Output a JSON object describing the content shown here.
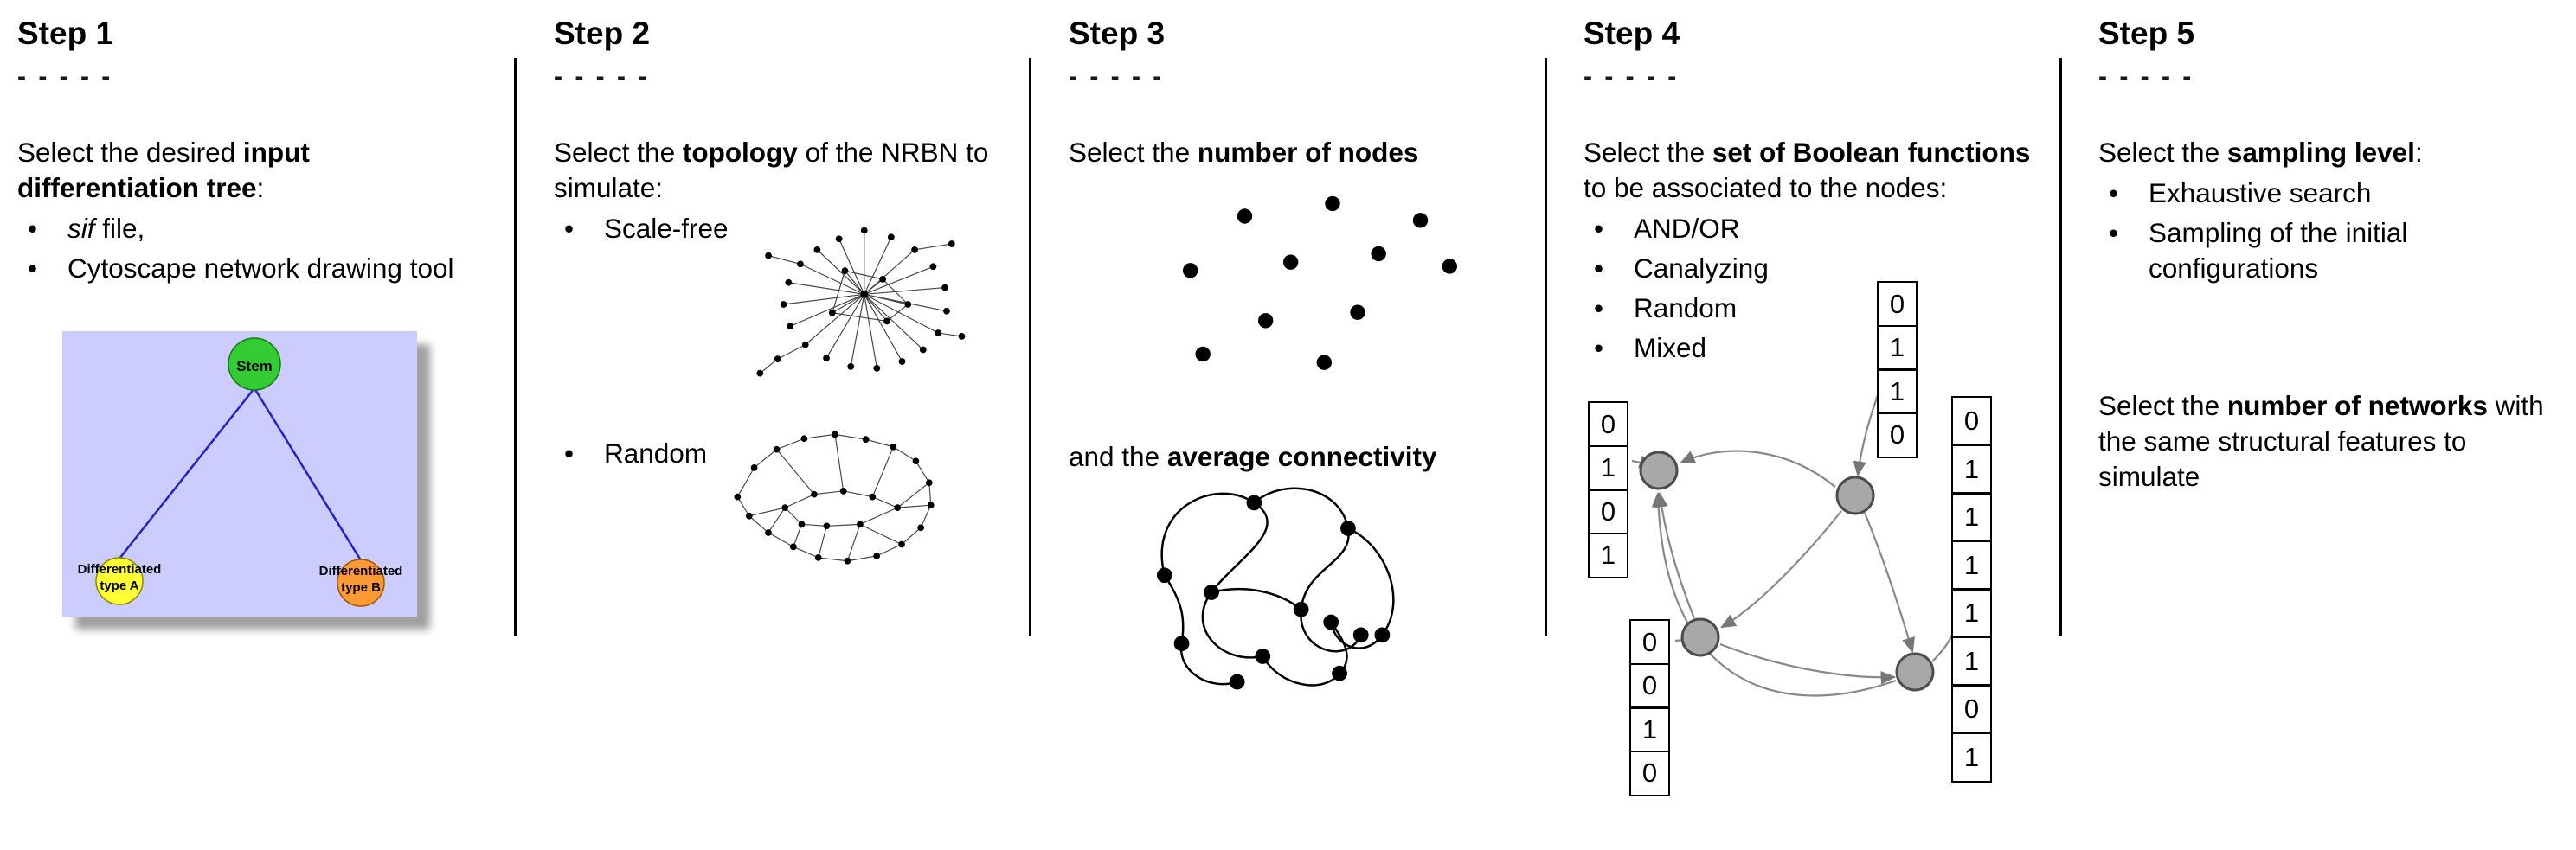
{
  "steps": {
    "step1": {
      "title": "Step 1",
      "dashes": "- - - - -",
      "intro": {
        "pre": "Select the desired ",
        "bold": "input differentiation tree",
        "post": ":"
      },
      "bullets": {
        "b1": {
          "italic": "sif",
          "rest": " file,"
        },
        "b2": "Cytoscape network drawing tool"
      },
      "tree": {
        "stem_label": "Stem",
        "type_a_line1": "Differentiated",
        "type_a_line2": "type A",
        "type_b_line1": "Differentiated",
        "type_b_line2": "type B",
        "colors": {
          "background": "#ccccff",
          "stem": "#33cc33",
          "type_a": "#ffff33",
          "type_b": "#ff9933",
          "edge": "#2222cc"
        }
      }
    },
    "step2": {
      "title": "Step 2",
      "dashes": "- - - - -",
      "intro": {
        "pre": "Select the ",
        "bold": "topology",
        "post": " of the NRBN to simulate:"
      },
      "bullets": {
        "b1": "Scale-free",
        "b2": "Random"
      }
    },
    "step3": {
      "title": "Step 3",
      "dashes": "- - - - -",
      "intro": {
        "pre": "Select the ",
        "bold": "number of nodes",
        "post": ""
      },
      "second": {
        "pre": "and the ",
        "bold": "average connectivity",
        "post": ""
      }
    },
    "step4": {
      "title": "Step 4",
      "dashes": "- - - - -",
      "intro": {
        "pre": "Select the ",
        "bold": "set of Boolean functions",
        "post": " to be associated to the nodes:"
      },
      "bullets": {
        "b1": "AND/OR",
        "b2": "Canalyzing",
        "b3": "Random",
        "b4": "Mixed"
      },
      "truth_tables": {
        "left": [
          "0",
          "1",
          "0",
          "1"
        ],
        "top": [
          "0",
          "1",
          "1",
          "0"
        ],
        "bottom": [
          "0",
          "0",
          "1",
          "0"
        ],
        "right": [
          "0",
          "1",
          "1",
          "1",
          "1",
          "1",
          "0",
          "1"
        ]
      }
    },
    "step5": {
      "title": "Step 5",
      "dashes": "- - - - -",
      "intro": {
        "pre": "Select the ",
        "bold": "sampling level",
        "post": ":"
      },
      "bullets": {
        "b1": "Exhaustive search",
        "b2": "Sampling of the initial configurations"
      },
      "second": {
        "pre": "Select the ",
        "bold": "number of networks",
        "post": " with the same structural features to simulate"
      }
    }
  }
}
